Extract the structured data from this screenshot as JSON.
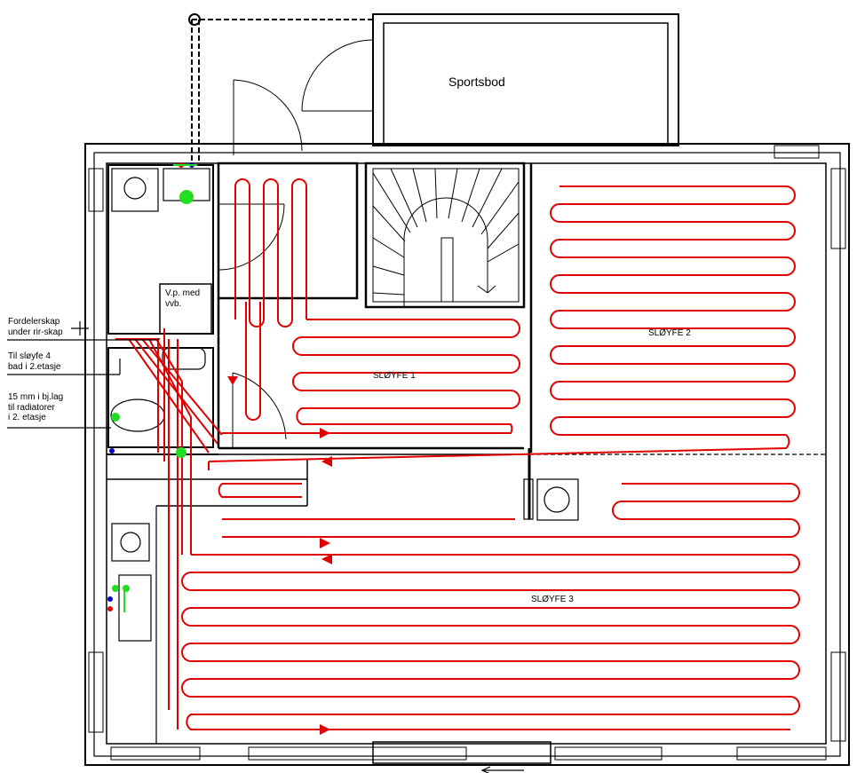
{
  "labels": {
    "sportsbod": "Sportsbod",
    "vp": [
      "V.p. med",
      "vvb."
    ],
    "fordelerskap": [
      "Fordelerskap",
      "under rir-skap"
    ],
    "sloyfe4": [
      "Til sløyfe 4",
      "bad i 2.etasje"
    ],
    "radiatorer": [
      "15 mm i bj.lag",
      "til radiatorer",
      "i 2. etasje"
    ],
    "loop1": "SLØYFE 1",
    "loop2": "SLØYFE 2",
    "loop3": "SLØYFE 3"
  },
  "colors": {
    "pipe": "#e00000",
    "wall": "#000000",
    "marker_green": "#22dd22",
    "marker_blue": "#0000cc"
  }
}
